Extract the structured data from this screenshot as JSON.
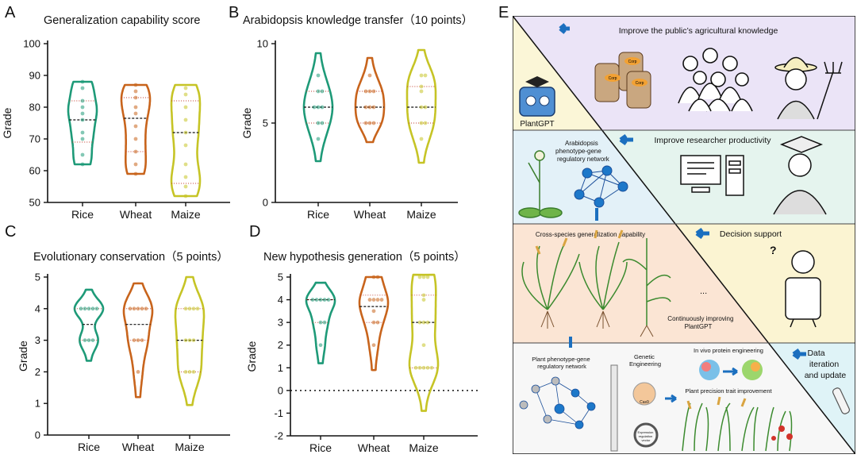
{
  "colors": {
    "rice": "#1e9a78",
    "wheat": "#c8641c",
    "maize": "#c6c426",
    "axis": "#111111"
  },
  "chart_data": [
    {
      "panel_letter": "A",
      "type": "violin",
      "title": "Generalization capability score",
      "ylabel": "Grade",
      "ylim": [
        50,
        100
      ],
      "yticks": [
        "50",
        "60",
        "70",
        "80",
        "90",
        "100"
      ],
      "categories": [
        "Rice",
        "Wheat",
        "Maize"
      ],
      "series": [
        {
          "min": 62,
          "max": 88,
          "quartiles": [
            69,
            76,
            82
          ],
          "points": [
            62,
            65,
            70,
            72,
            76,
            78,
            80,
            82,
            86,
            88
          ]
        },
        {
          "min": 59,
          "max": 87,
          "quartiles": [
            66,
            76.5,
            83
          ],
          "points": [
            59,
            62,
            66,
            70,
            74,
            78,
            80,
            83,
            85,
            87
          ]
        },
        {
          "min": 52,
          "max": 87,
          "quartiles": [
            56,
            72,
            82
          ],
          "points": [
            52,
            55,
            58,
            62,
            68,
            72,
            76,
            80,
            84,
            86
          ]
        }
      ]
    },
    {
      "panel_letter": "B",
      "type": "violin",
      "title": "Arabidopsis knowledge transfer（10 points）",
      "ylabel": "Grade",
      "ylim": [
        0,
        10
      ],
      "yticks": [
        "0",
        "5",
        "10"
      ],
      "categories": [
        "Rice",
        "Wheat",
        "Maize"
      ],
      "series": [
        {
          "min": 2.6,
          "max": 9.4,
          "quartiles": [
            5,
            6,
            7
          ],
          "points": [
            4,
            5,
            5,
            6,
            6,
            6,
            7,
            7,
            8
          ]
        },
        {
          "min": 3.8,
          "max": 9.1,
          "quartiles": [
            5,
            6,
            7
          ],
          "points": [
            5,
            5,
            5,
            6,
            6,
            6,
            7,
            7,
            7,
            8
          ]
        },
        {
          "min": 2.5,
          "max": 9.6,
          "quartiles": [
            5,
            6,
            7.3
          ],
          "points": [
            4,
            5,
            5,
            6,
            6,
            7,
            7.3,
            8,
            8
          ]
        }
      ]
    },
    {
      "panel_letter": "C",
      "type": "violin",
      "title": "Evolutionary conservation（5 points）",
      "ylabel": "Grade",
      "ylim": [
        0,
        5
      ],
      "yticks": [
        "0",
        "1",
        "2",
        "3",
        "4",
        "5"
      ],
      "categories": [
        "Rice",
        "Wheat",
        "Maize"
      ],
      "series": [
        {
          "min": 2.35,
          "max": 4.6,
          "quartiles": [
            3,
            3.5,
            4
          ],
          "points": [
            3,
            3,
            3,
            4,
            4,
            4,
            4,
            4
          ]
        },
        {
          "min": 1.2,
          "max": 4.8,
          "quartiles": [
            3,
            3.5,
            4
          ],
          "points": [
            2,
            3,
            3,
            3,
            4,
            4,
            4,
            4,
            4
          ]
        },
        {
          "min": 0.95,
          "max": 5.0,
          "quartiles": [
            2,
            3,
            4
          ],
          "points": [
            2,
            2,
            2,
            3,
            3,
            3,
            4,
            4,
            4,
            4
          ]
        }
      ]
    },
    {
      "panel_letter": "D",
      "type": "violin",
      "title": "New hypothesis generation（5 points）",
      "ylabel": "Grade",
      "ylim": [
        -2,
        5
      ],
      "yticks": [
        "-2",
        "-1",
        "0",
        "1",
        "2",
        "3",
        "4",
        "5"
      ],
      "categories": [
        "Rice",
        "Wheat",
        "Maize"
      ],
      "reference_line": 0,
      "series": [
        {
          "min": 1.2,
          "max": 4.75,
          "quartiles": [
            3,
            4,
            4
          ],
          "points": [
            2,
            3,
            3,
            4,
            4,
            4,
            4,
            4
          ]
        },
        {
          "min": 0.9,
          "max": 5.0,
          "quartiles": [
            3,
            3.7,
            4.2
          ],
          "points": [
            2,
            3,
            3,
            3.5,
            4,
            4,
            4,
            4,
            5,
            5
          ]
        },
        {
          "min": -0.9,
          "max": 5.1,
          "quartiles": [
            1,
            3,
            4.2
          ],
          "points": [
            1,
            1,
            1,
            1,
            1,
            2,
            3,
            3,
            3,
            4,
            4.2,
            5,
            5,
            5
          ]
        }
      ]
    }
  ],
  "panel_e": {
    "letter": "E",
    "layer1": "Improve the public’s agricultural knowledge",
    "robot_label": "PlantGPT",
    "corp_label": "Corp",
    "layer2": "Improve researcher productivity",
    "network_title": "Arabidopsis phenotype-gene regulatory network",
    "layer3_banner": "Cross-species generalization capability",
    "layer3_label": "Decision support",
    "ellipsis": "...",
    "improving": "Continuously improving PlantGPT",
    "layer4_label": "Data iteration and update",
    "plant_network": "Plant phenotype-gene regulatory network",
    "genetic_engineering": "Genetic Engineering",
    "cas_label": "Cas9",
    "invivo": "In vivo protein engineering",
    "precision": "Plant precision trait improvement",
    "expression": "Expression regulation vector",
    "question_mark": "?"
  }
}
